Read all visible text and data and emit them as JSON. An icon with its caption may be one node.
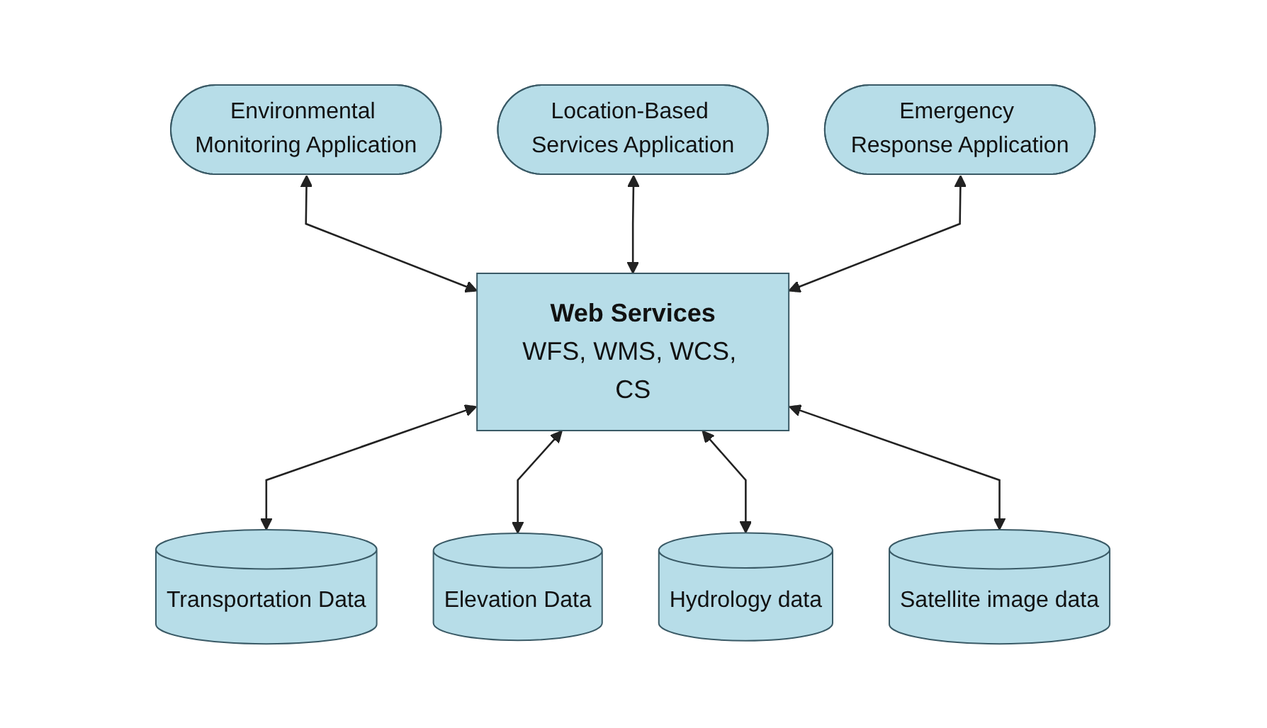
{
  "diagram": {
    "nodes": [
      {
        "text": [
          "Environmental Monitoring Application"
        ]
      },
      {
        "text": [
          "Location-Based Services Application"
        ]
      },
      {
        "text": [
          "Emergency Response Application"
        ]
      },
      {
        "text": [
          "Web Services",
          "WFS, WMS, WCS, CS"
        ]
      },
      {
        "text": [
          "Transportation Data"
        ]
      },
      {
        "text": [
          "Elevation Data"
        ]
      },
      {
        "text": [
          "Hydrology data"
        ]
      },
      {
        "text": [
          "Satellite image data"
        ]
      }
    ],
    "edges": [
      {
        "from": 0,
        "to": 3,
        "arrow": "both"
      },
      {
        "from": 1,
        "to": 3,
        "arrow": "both"
      },
      {
        "from": 2,
        "to": 3,
        "arrow": "both"
      },
      {
        "from": 3,
        "to": 4,
        "arrow": "both"
      },
      {
        "from": 3,
        "to": 5,
        "arrow": "both"
      },
      {
        "from": 3,
        "to": 6,
        "arrow": "both"
      },
      {
        "from": 3,
        "to": 7,
        "arrow": "both"
      }
    ]
  }
}
